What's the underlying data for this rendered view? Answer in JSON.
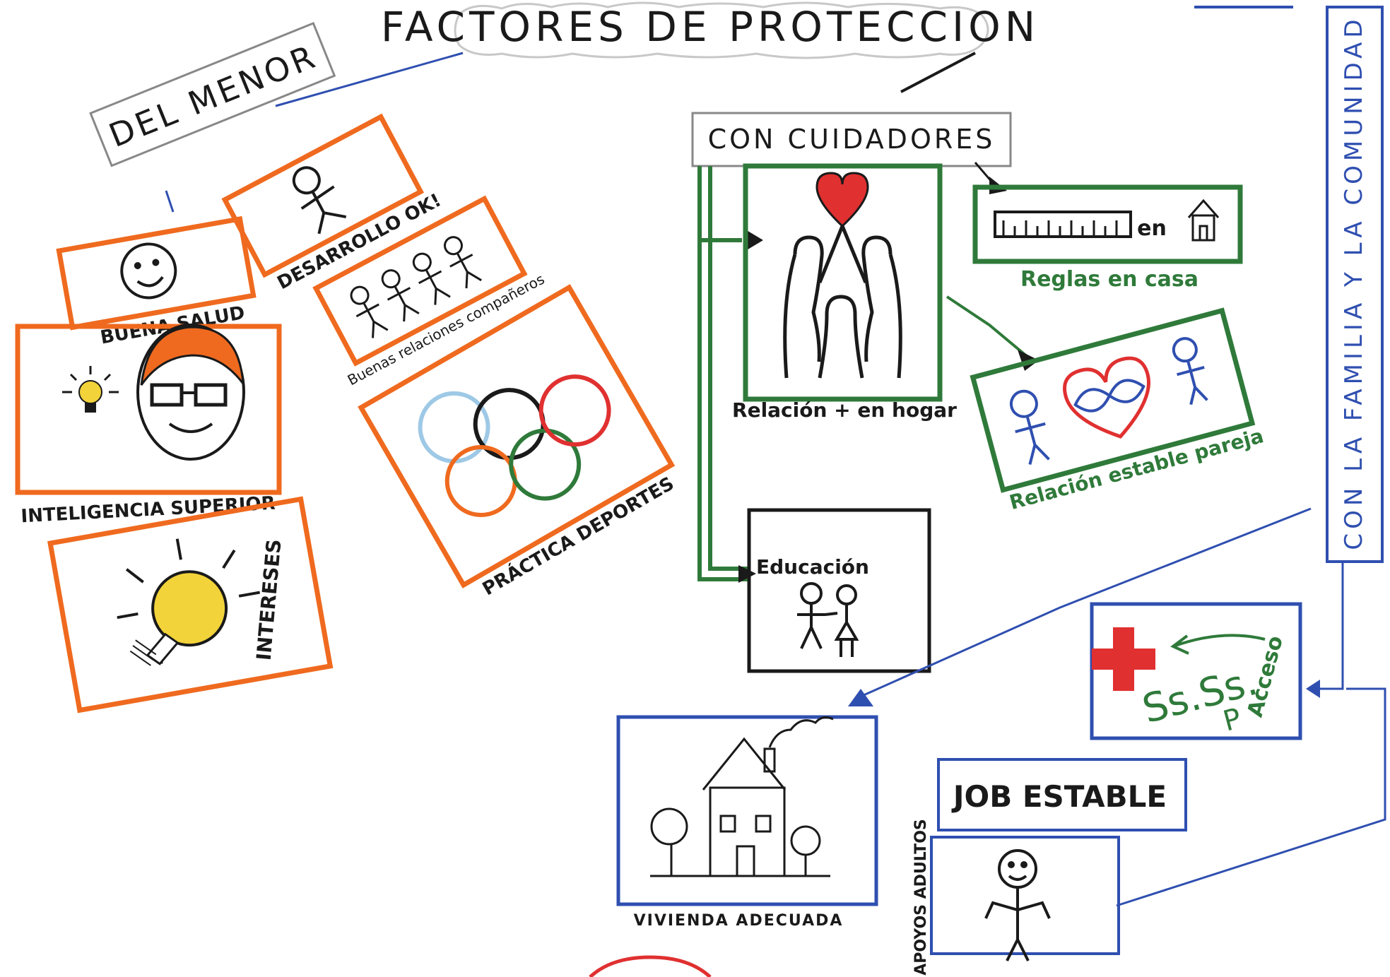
{
  "title": "FACTORES DE PROTECCION",
  "del_menor": {
    "header": "DEL MENOR",
    "items": {
      "buena_salud": "BUENA SALUD",
      "desarrollo": "DESARROLLO OK!",
      "relaciones": "Buenas relaciones compañeros",
      "inteligencia": "INTELIGENCIA SUPERIOR",
      "intereses": "INTERESES",
      "deportes": "PRÁCTICA DEPORTES"
    }
  },
  "con_cuidadores": {
    "header": "CON CUIDADORES",
    "items": {
      "hogar": "Relación + en hogar",
      "reglas_prefix": "en",
      "reglas": "Reglas en casa",
      "pareja": "Relación estable pareja",
      "educacion": "Educación"
    }
  },
  "con_familia": {
    "header": "CON LA FAMILIA Y LA COMUNIDAD",
    "items": {
      "ss_line1": "Ss.Ss.",
      "ss_line2": "P",
      "acceso": "Acceso",
      "vivienda": "VIVIENDA ADECUADA",
      "job": "JOB ESTABLE",
      "apoyos": "APOYOS ADULTOS"
    }
  },
  "colors": {
    "orange": "#ef6a1f",
    "green": "#2f7a3a",
    "blue": "#2f4fb0",
    "ink": "#1a1a1a",
    "red": "#e03030",
    "yellow": "#f3d33a"
  }
}
